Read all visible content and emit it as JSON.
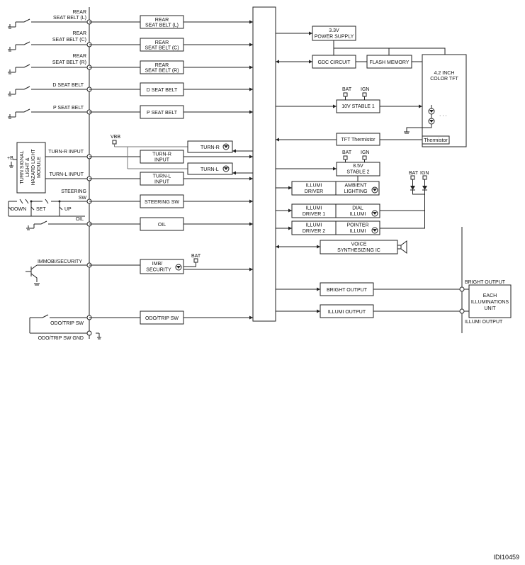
{
  "diagram_id": "IDI10459",
  "left_labels": {
    "rear_seat_belt_l": [
      "REAR",
      "SEAT BELT (L)"
    ],
    "rear_seat_belt_c": [
      "REAR",
      "SEAT BELT (C)"
    ],
    "rear_seat_belt_r": [
      "REAR",
      "SEAT BELT (R)"
    ],
    "d_seat_belt": "D SEAT BELT",
    "p_seat_belt": "P SEAT BELT",
    "turn_r_input": "TURN-R INPUT",
    "turn_l_input": "TURN-L INPUT",
    "steering_sw": [
      "STEERING",
      "SW"
    ],
    "oil": "OIL",
    "immobi_security": "IMMOBI/SECURITY",
    "odo_trip_sw": "ODO/TRIP SW",
    "odo_trip_sw_gnd": "ODO/TRIP SW GND",
    "down": "DOWN",
    "set": "SET",
    "up": "UP",
    "plus_b": "+B",
    "module": [
      "TURN SIGNAL",
      "LIGHT &",
      "HAZARD LIGHT",
      "MODULE"
    ]
  },
  "inner_blocks": {
    "rear_seat_belt_l": [
      "REAR",
      "SEAT BELT (L)"
    ],
    "rear_seat_belt_c": [
      "REAR",
      "SEAT BELT (C)"
    ],
    "rear_seat_belt_r": [
      "REAR",
      "SEAT BELT (R)"
    ],
    "d_seat_belt": "D SEAT BELT",
    "p_seat_belt": "P SEAT BELT",
    "turn_r": "TURN-R",
    "turn_l": "TURN-L",
    "turn_r_input": [
      "TURN-R",
      "INPUT"
    ],
    "turn_l_input": [
      "TURN-L",
      "INPUT"
    ],
    "steering_sw": "STEERING SW",
    "oil": "OIL",
    "imb_security": [
      "IMB/",
      "SECURITY"
    ],
    "odo_trip_sw": "ODO/TRIP SW",
    "vbb": "VBB",
    "bat": "BAT"
  },
  "right_blocks": {
    "power_supply": [
      "3.3V",
      "POWER SUPPLY"
    ],
    "gdc_circuit": "GDC CIRCUIT",
    "flash_memory": "FLASH MEMORY",
    "tft": [
      "4.2 INCH",
      "COLOR TFT"
    ],
    "thermistor": "Thermistor",
    "stable_10v": "10V STABLE 1",
    "tft_thermistor": "TFT Thermistor",
    "stable_85v": [
      "8.5V",
      "STABLE 2"
    ],
    "illumi_driver": [
      "ILLUMI",
      "DRIVER"
    ],
    "ambient_lighting": [
      "AMBIENT",
      "LIGHTING"
    ],
    "illumi_driver_1": [
      "ILLUMI",
      "DRIVER 1"
    ],
    "dial_illumi": [
      "DIAL",
      "ILLUMI"
    ],
    "illumi_driver_2": [
      "ILLUMI",
      "DRIVER 2"
    ],
    "pointer_illumi": [
      "POINTER",
      "ILLUMI"
    ],
    "voice": [
      "VOICE",
      "SYNTHESIZING IC"
    ],
    "bright_output": "BRIGHT OUTPUT",
    "illumi_output": "ILLUMI OUTPUT",
    "each_unit": [
      "EACH",
      "ILLUMINATIONS",
      "UNIT"
    ],
    "bright_output_label": "BRIGHT OUTPUT",
    "illumi_output_label": "ILLUMI OUTPUT",
    "bat": "BAT",
    "ign": "IGN",
    "dots": "· · ·"
  }
}
